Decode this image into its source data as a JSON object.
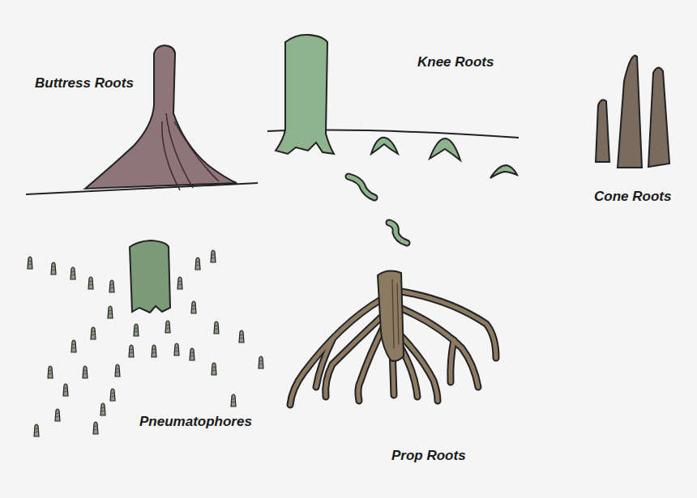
{
  "diagram": {
    "labels": [
      "Buttress Roots",
      "Knee Roots",
      "Cone Roots",
      "Pneumatophores",
      "Prop Roots"
    ]
  }
}
